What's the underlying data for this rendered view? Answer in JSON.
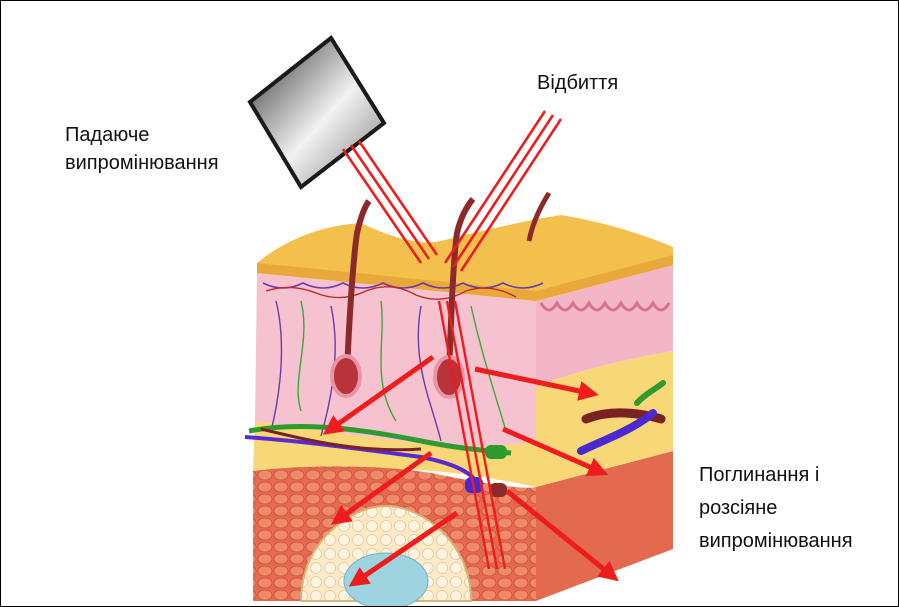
{
  "labels": {
    "incident": {
      "line1": "Падаюче",
      "line2": "випромінювання"
    },
    "reflection": "Відбиття",
    "absorbed": {
      "line1": "Поглинання і",
      "line2": "розсіяне",
      "line3": "випромінювання"
    }
  },
  "colors": {
    "beam": "#ee1c1c",
    "fat_layer": "#f8d776",
    "epidermis": "#f3c04e",
    "dermis": "#f6c2cf",
    "subcutis": "#e9745a",
    "emitter_dark": "#3a3a3a",
    "emitter_light": "#f4f4f4"
  }
}
